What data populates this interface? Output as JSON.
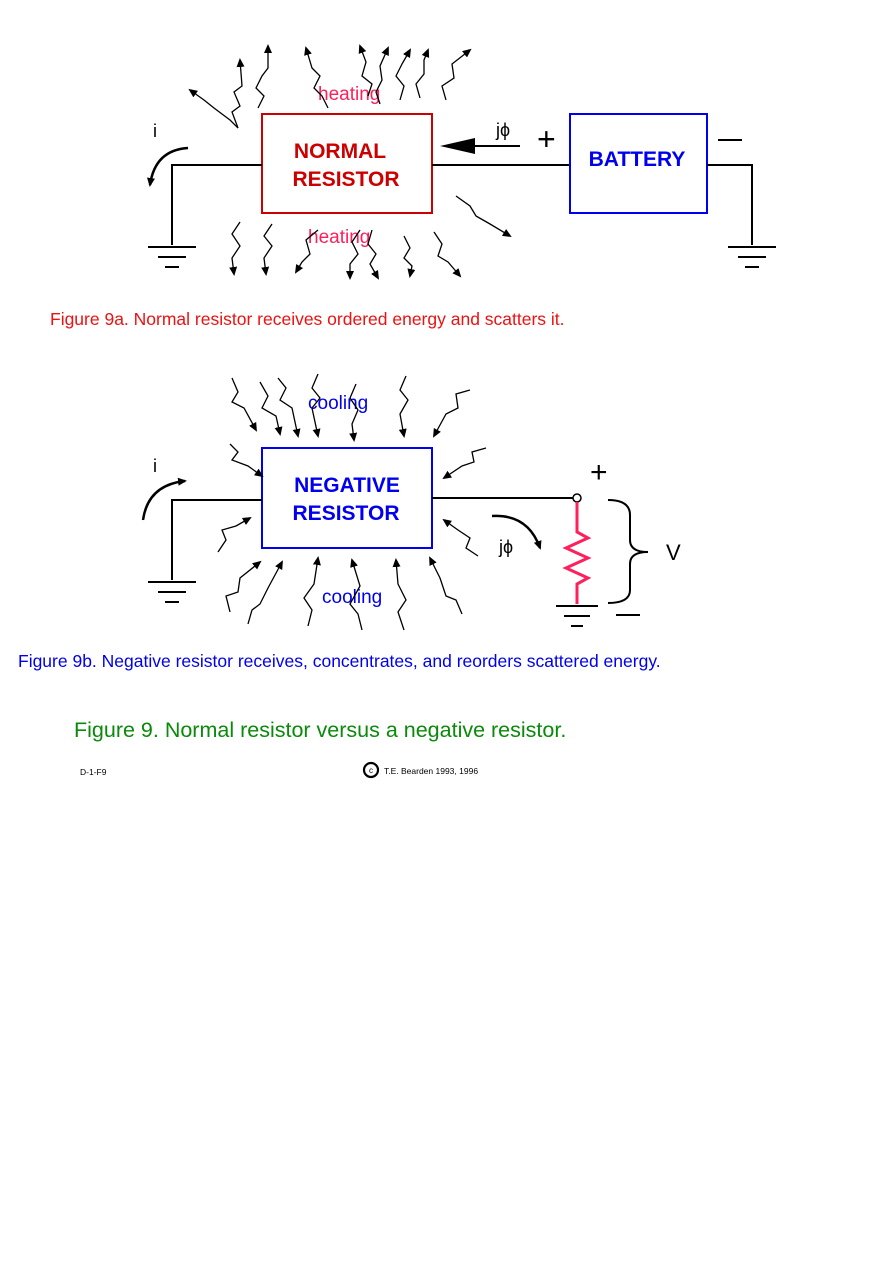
{
  "fig_a": {
    "heating_top": "heating",
    "heating_bottom": "heating",
    "resistor_line1": "NORMAL",
    "resistor_line2": "RESISTOR",
    "current_label": "i",
    "flow_label": "jϕ",
    "plus": "+",
    "minus": "−",
    "battery": "BATTERY",
    "caption": "Figure 9a.  Normal resistor receives ordered energy and scatters it."
  },
  "fig_b": {
    "cooling_top": "cooling",
    "cooling_bottom": "cooling",
    "resistor_line1": "NEGATIVE",
    "resistor_line2": "RESISTOR",
    "current_label": "i",
    "flow_label": "jϕ",
    "plus": "+",
    "minus": "−",
    "voltage_label": "V",
    "caption": "Figure 9b.  Negative resistor receives, concentrates, and reorders scattered energy."
  },
  "main_caption": "Figure  9.  Normal resistor versus a negative resistor.",
  "footer": {
    "id": "D-1-F9",
    "copyright_symbol": "c",
    "copyright": "T.E. Bearden 1993, 1996"
  },
  "colors": {
    "red": "#cc0000",
    "blue": "#0000ee",
    "pink": "#ff1f5a",
    "green": "#0a8a0a",
    "black": "#000000"
  }
}
